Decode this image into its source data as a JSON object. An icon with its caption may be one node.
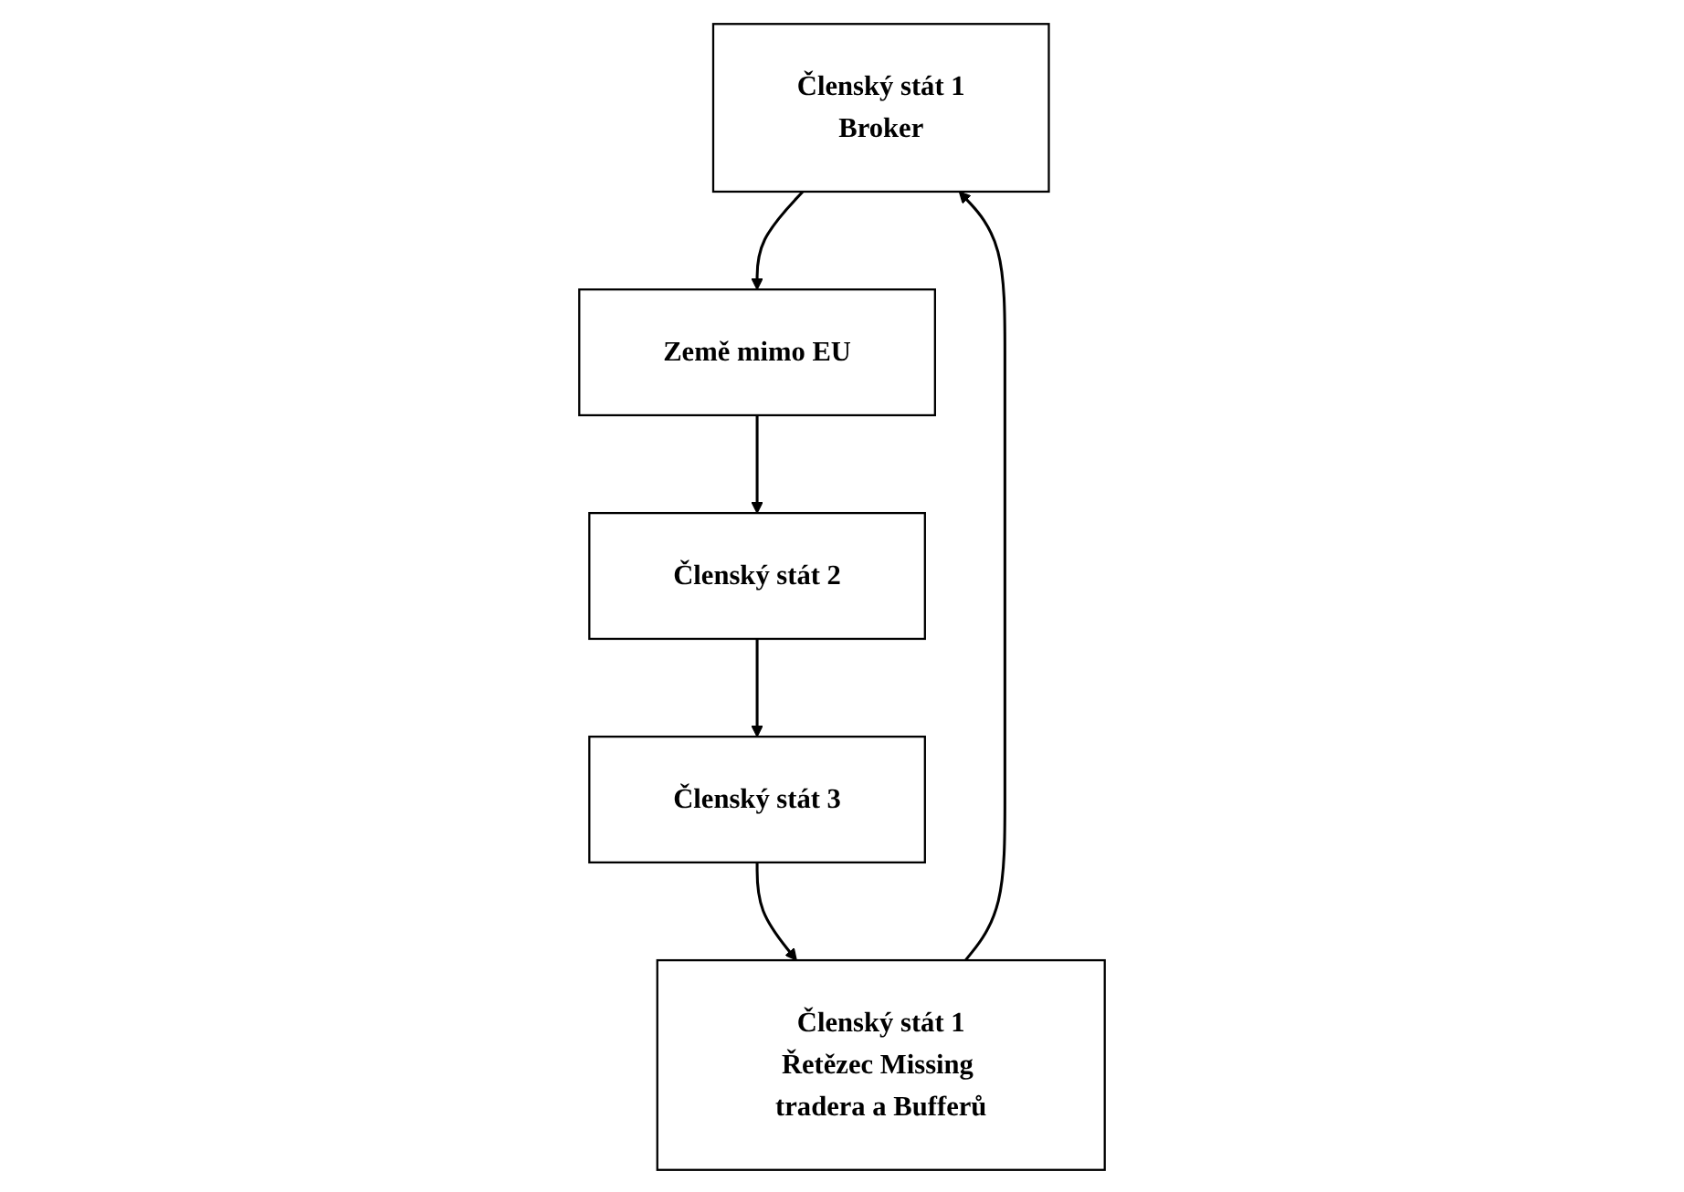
{
  "diagram": {
    "nodes": [
      {
        "text": [
          "Členský stát 1",
          "Broker"
        ]
      },
      {
        "text": [
          "Země mimo EU"
        ]
      },
      {
        "text": [
          "Členský stát 1",
          "Řetězec Missing tradera a Bufferů"
        ]
      },
      {
        "text": [
          "Členský stát 3"
        ]
      },
      {
        "text": [
          "Členský stát 2"
        ]
      }
    ],
    "edges": [
      {
        "from": 0,
        "to": 1,
        "arrow": "to"
      },
      {
        "from": 1,
        "to": 4,
        "arrow": "to"
      },
      {
        "from": 4,
        "to": 3,
        "arrow": "to"
      },
      {
        "from": 3,
        "to": 2,
        "arrow": "to"
      },
      {
        "from": 2,
        "to": 0,
        "arrow": "to"
      }
    ]
  }
}
